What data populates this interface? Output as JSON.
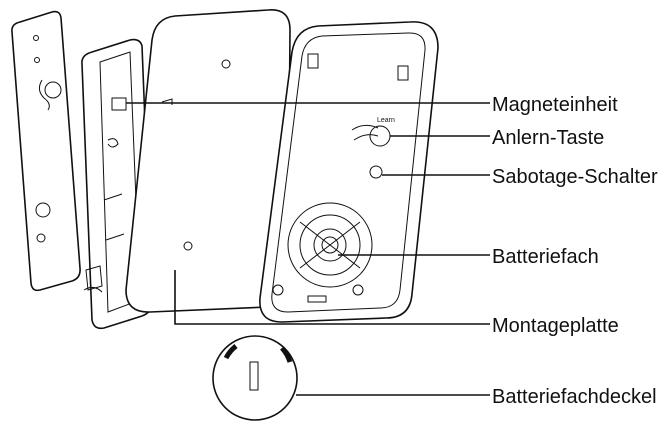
{
  "diagram": {
    "callouts": [
      {
        "id": "magnet-unit",
        "label": "Magneteinheit"
      },
      {
        "id": "learn-button",
        "label": "Anlern-Taste"
      },
      {
        "id": "tamper-switch",
        "label": "Sabotage-Schalter"
      },
      {
        "id": "battery-compartment",
        "label": "Batteriefach"
      },
      {
        "id": "mounting-plate",
        "label": "Montageplatte"
      },
      {
        "id": "battery-cover",
        "label": "Batteriefachdeckel"
      }
    ],
    "board_marking": "Learn"
  }
}
